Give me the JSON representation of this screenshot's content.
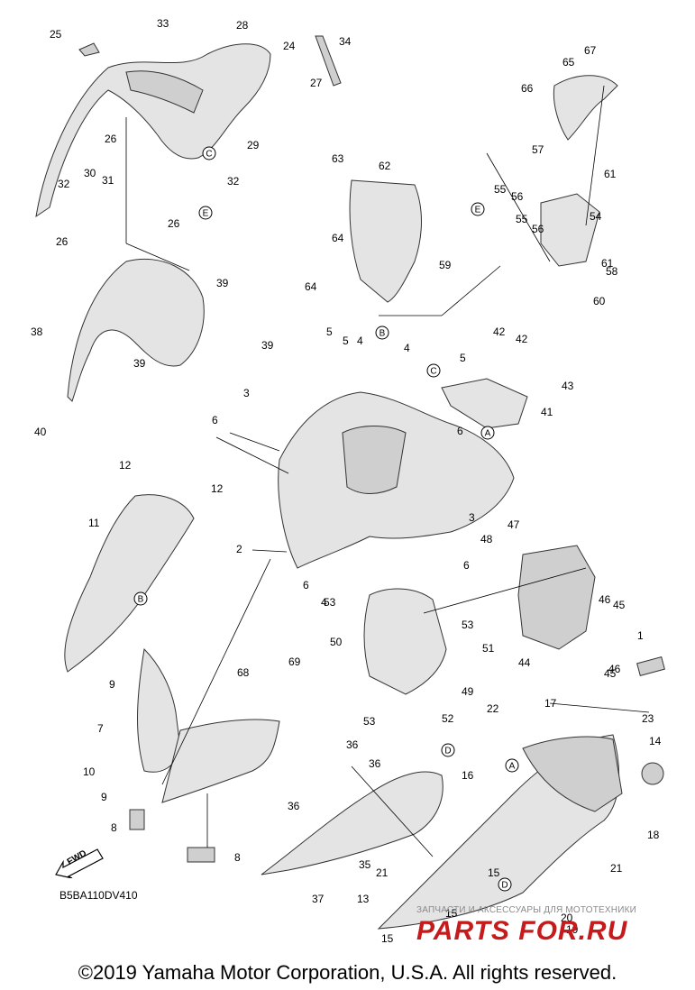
{
  "diagram": {
    "code": "B5BA110DV410",
    "fwd_label": "FWD",
    "copyright": "©2019 Yamaha Motor Corporation, U.S.A. All rights reserved.",
    "watermark": {
      "tagline": "ЗАПЧАСТИ И АКСЕССУАРЫ ДЛЯ МОТОТЕХНИКИ",
      "brand": "PARTS FOR.RU"
    }
  },
  "callouts": [
    {
      "label": "25"
    },
    {
      "label": "33"
    },
    {
      "label": "28"
    },
    {
      "label": "24"
    },
    {
      "label": "34"
    },
    {
      "label": "27"
    },
    {
      "label": "26"
    },
    {
      "label": "29"
    },
    {
      "label": "32"
    },
    {
      "label": "30"
    },
    {
      "label": "31"
    },
    {
      "label": "32"
    },
    {
      "label": "26"
    },
    {
      "label": "26"
    },
    {
      "label": "63"
    },
    {
      "label": "62"
    },
    {
      "label": "64"
    },
    {
      "label": "59"
    },
    {
      "label": "64"
    },
    {
      "label": "67"
    },
    {
      "label": "65"
    },
    {
      "label": "66"
    },
    {
      "label": "57"
    },
    {
      "label": "61"
    },
    {
      "label": "55"
    },
    {
      "label": "56"
    },
    {
      "label": "55"
    },
    {
      "label": "56"
    },
    {
      "label": "54"
    },
    {
      "label": "58"
    },
    {
      "label": "61"
    },
    {
      "label": "60"
    },
    {
      "label": "39"
    },
    {
      "label": "38"
    },
    {
      "label": "39"
    },
    {
      "label": "39"
    },
    {
      "label": "40"
    },
    {
      "label": "5"
    },
    {
      "label": "5"
    },
    {
      "label": "4"
    },
    {
      "label": "4"
    },
    {
      "label": "5"
    },
    {
      "label": "3"
    },
    {
      "label": "6"
    },
    {
      "label": "42"
    },
    {
      "label": "42"
    },
    {
      "label": "43"
    },
    {
      "label": "41"
    },
    {
      "label": "6"
    },
    {
      "label": "6"
    },
    {
      "label": "12"
    },
    {
      "label": "12"
    },
    {
      "label": "11"
    },
    {
      "label": "2"
    },
    {
      "label": "3"
    },
    {
      "label": "47"
    },
    {
      "label": "48"
    },
    {
      "label": "6"
    },
    {
      "label": "4"
    },
    {
      "label": "53"
    },
    {
      "label": "53"
    },
    {
      "label": "50"
    },
    {
      "label": "51"
    },
    {
      "label": "49"
    },
    {
      "label": "46"
    },
    {
      "label": "45"
    },
    {
      "label": "44"
    },
    {
      "label": "46"
    },
    {
      "label": "45"
    },
    {
      "label": "1"
    },
    {
      "label": "9"
    },
    {
      "label": "68"
    },
    {
      "label": "69"
    },
    {
      "label": "7"
    },
    {
      "label": "10"
    },
    {
      "label": "9"
    },
    {
      "label": "53"
    },
    {
      "label": "52"
    },
    {
      "label": "22"
    },
    {
      "label": "17"
    },
    {
      "label": "23"
    },
    {
      "label": "14"
    },
    {
      "label": "36"
    },
    {
      "label": "36"
    },
    {
      "label": "16"
    },
    {
      "label": "18"
    },
    {
      "label": "36"
    },
    {
      "label": "8"
    },
    {
      "label": "35"
    },
    {
      "label": "21"
    },
    {
      "label": "21"
    },
    {
      "label": "15"
    },
    {
      "label": "8"
    },
    {
      "label": "37"
    },
    {
      "label": "13"
    },
    {
      "label": "15"
    },
    {
      "label": "20"
    },
    {
      "label": "19"
    },
    {
      "label": "15"
    }
  ],
  "refs": [
    {
      "label": "C"
    },
    {
      "label": "E"
    },
    {
      "label": "E"
    },
    {
      "label": "B"
    },
    {
      "label": "C"
    },
    {
      "label": "A"
    },
    {
      "label": "B"
    },
    {
      "label": "A"
    },
    {
      "label": "D"
    },
    {
      "label": "D"
    }
  ]
}
